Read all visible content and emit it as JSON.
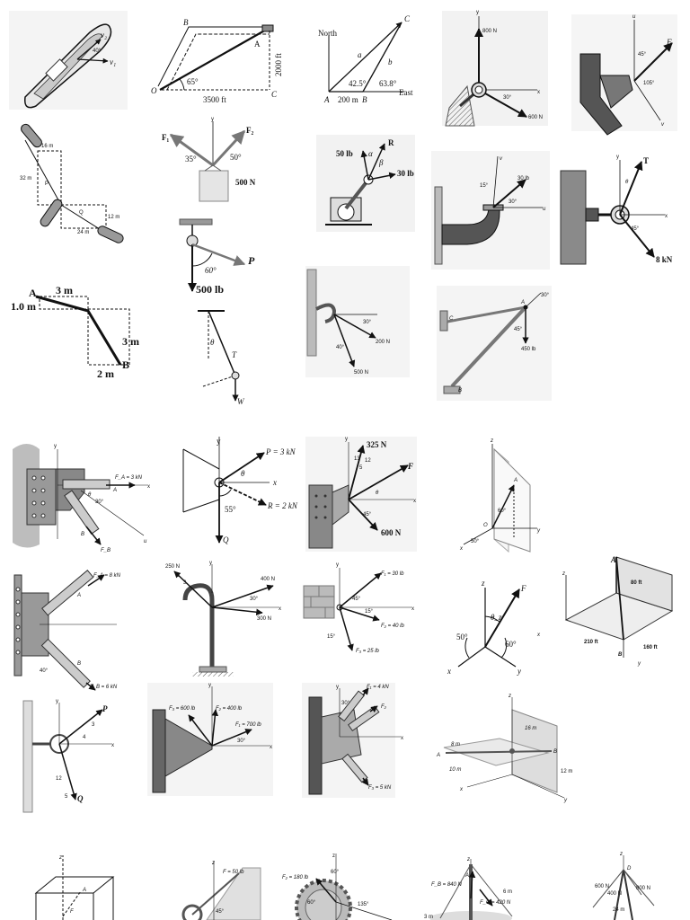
{
  "figures": [
    {
      "id": "ship-velocity",
      "labels": [
        "v₂",
        "v₁",
        "40°"
      ]
    },
    {
      "id": "cable-position",
      "labels": [
        "B",
        "A",
        "O",
        "C",
        "65°",
        "3500 ft",
        "2000 ft"
      ]
    },
    {
      "id": "north-east-triangle",
      "labels": [
        "North",
        "East",
        "C",
        "a",
        "b",
        "42.5°",
        "63.8°",
        "A",
        "B",
        "200 m"
      ]
    },
    {
      "id": "ring-forces",
      "labels": [
        "y",
        "800 N",
        "30°",
        "600 N",
        "x"
      ]
    },
    {
      "id": "bracket-105",
      "labels": [
        "u",
        "45°",
        "F",
        "105°",
        "v"
      ]
    },
    {
      "id": "ships-rope",
      "labels": [
        "16 m",
        "32 m",
        "P",
        "Q",
        "12 m",
        "24 m"
      ]
    },
    {
      "id": "crate-two-cables",
      "labels": [
        "y",
        "F₁",
        "F₂",
        "35°",
        "50°",
        "500 N"
      ]
    },
    {
      "id": "pulley-pin",
      "labels": [
        "50 lb",
        "R",
        "α",
        "β",
        "30 lb"
      ]
    },
    {
      "id": "pipe-bracket",
      "labels": [
        "15°",
        "30 lb",
        "v",
        "30°",
        "u"
      ]
    },
    {
      "id": "eye-bolt",
      "labels": [
        "y",
        "T",
        "θ",
        "x",
        "45°",
        "8 kN"
      ]
    },
    {
      "id": "pulley-500",
      "labels": [
        "60°",
        "P",
        "500 lb"
      ]
    },
    {
      "id": "position-vector-ab",
      "labels": [
        "A",
        "3 m",
        "1.0 m",
        "3 m",
        "2 m",
        "B"
      ]
    },
    {
      "id": "pendulum",
      "labels": [
        "θ",
        "T",
        "W"
      ]
    },
    {
      "id": "hook-forces",
      "labels": [
        "30°",
        "40°",
        "200 N",
        "500 N"
      ]
    },
    {
      "id": "boom-cable",
      "labels": [
        "A",
        "30°",
        "C",
        "45°",
        "450 lb",
        "B"
      ]
    },
    {
      "id": "gusset-plate",
      "labels": [
        "y",
        "F_A = 3 kN",
        "A",
        "x",
        "θ",
        "30°",
        "B",
        "F_B",
        "u"
      ]
    },
    {
      "id": "p-r-q",
      "labels": [
        "y",
        "P = 3 kN",
        "θ",
        "x",
        "55°",
        "R = 2 kN",
        "Q"
      ]
    },
    {
      "id": "wall-325",
      "labels": [
        "y",
        "325 N",
        "13",
        "12",
        "5",
        "F",
        "θ",
        "45°",
        "600 N",
        "x"
      ]
    },
    {
      "id": "plane-3d",
      "labels": [
        "z",
        "60°",
        "A",
        "O",
        "50°",
        "x",
        "y"
      ]
    },
    {
      "id": "plate-two-members",
      "labels": [
        "F_A = 8 kN",
        "A",
        "B",
        "40°",
        "F_B = 6 kN"
      ]
    },
    {
      "id": "hook-3-forces",
      "labels": [
        "250 N",
        "y",
        "3",
        "4",
        "30°",
        "400 N",
        "300 N",
        "x"
      ]
    },
    {
      "id": "wall-3-forces",
      "labels": [
        "y",
        "F₁ = 30 lb",
        "45°",
        "15°",
        "F₂ = 40 lb",
        "15°",
        "F₃ = 25 lb",
        "x"
      ]
    },
    {
      "id": "force-direction-3d",
      "labels": [
        "z",
        "F",
        "θ_z",
        "50°",
        "60°",
        "x",
        "y"
      ]
    },
    {
      "id": "box-80ft",
      "labels": [
        "z",
        "A",
        "80 ft",
        "210 ft",
        "160 ft",
        "B",
        "x",
        "y"
      ]
    },
    {
      "id": "hook-pq",
      "labels": [
        "y",
        "P",
        "3",
        "4",
        "12",
        "5",
        "Q",
        "x"
      ]
    },
    {
      "id": "plate-3-forces",
      "labels": [
        "y",
        "F₃ = 600 lb",
        "F₂ = 400 lb",
        "F₁ = 700 lb",
        "30°",
        "x"
      ]
    },
    {
      "id": "bracket-4kn-5kn",
      "labels": [
        "y",
        "F₁ = 4 kN",
        "30°",
        "F₂",
        "x",
        "F₃ = 5 kN"
      ]
    },
    {
      "id": "rod-3d-plane",
      "labels": [
        "z",
        "16 m",
        "A",
        "B",
        "12 m",
        "10 m",
        "8 m",
        "x",
        "y"
      ]
    },
    {
      "id": "box-3d-bottom",
      "labels": [
        "z",
        "A",
        "F"
      ]
    },
    {
      "id": "pulley-50lb",
      "labels": [
        "z",
        "F = 50 lb",
        "45°"
      ]
    },
    {
      "id": "gear-180",
      "labels": [
        "z",
        "F₂ = 180 lb",
        "60°",
        "60°",
        "135°"
      ]
    },
    {
      "id": "post-cables",
      "labels": [
        "z",
        "F_B = 840 N",
        "A",
        "6 m",
        "F_C = 420 N",
        "3 m"
      ]
    },
    {
      "id": "tower-guys",
      "labels": [
        "z",
        "D",
        "600 N",
        "400 N",
        "800 N",
        "24 m"
      ]
    }
  ]
}
